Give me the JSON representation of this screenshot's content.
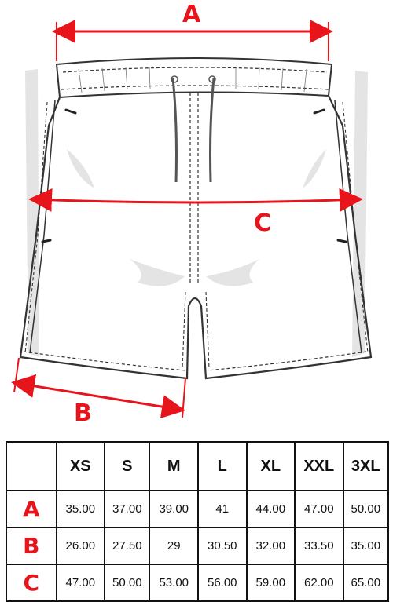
{
  "diagram": {
    "labels": {
      "a": "A",
      "b": "B",
      "c": "C"
    }
  },
  "size_table": {
    "corner": "",
    "sizes": [
      "XS",
      "S",
      "M",
      "L",
      "XL",
      "XXL",
      "3XL"
    ],
    "rows": [
      {
        "label": "A",
        "values": [
          "35.00",
          "37.00",
          "39.00",
          "41",
          "44.00",
          "47.00",
          "50.00"
        ]
      },
      {
        "label": "B",
        "values": [
          "26.00",
          "27.50",
          "29",
          "30.50",
          "32.00",
          "33.50",
          "35.00"
        ]
      },
      {
        "label": "C",
        "values": [
          "47.00",
          "50.00",
          "53.00",
          "56.00",
          "59.00",
          "62.00",
          "65.00"
        ]
      }
    ]
  },
  "colors": {
    "accent": "#e8141c",
    "line": "#333333",
    "shade": "#d8d8d8"
  }
}
